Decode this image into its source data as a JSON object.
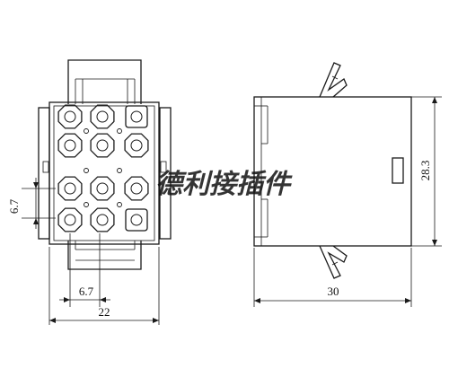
{
  "watermark": "德利接插件",
  "dimensions": {
    "pitch_vertical": "6.7",
    "pitch_horizontal": "6.7",
    "width": "22",
    "height": "28.3",
    "depth": "30"
  },
  "colors": {
    "line": "#1a1a1a",
    "watermark": "#b9c6da"
  }
}
